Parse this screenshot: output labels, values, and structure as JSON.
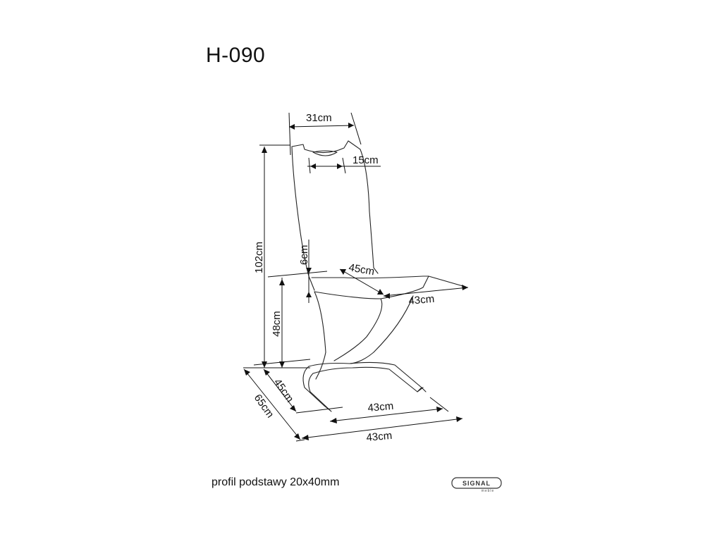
{
  "title": "H-090",
  "note": "profil podstawy 20x40mm",
  "dimensions": {
    "back_width": "31cm",
    "handle_width": "15cm",
    "total_height": "102cm",
    "seat_thickness": "6cm",
    "seat_depth": "45cm",
    "seat_width": "43cm",
    "seat_height": "48cm",
    "base_depth": "45cm",
    "total_depth": "65cm",
    "base_width": "43cm",
    "overall_width": "43cm"
  },
  "logo": {
    "brand": "SIGNAL",
    "sub": "meble"
  }
}
